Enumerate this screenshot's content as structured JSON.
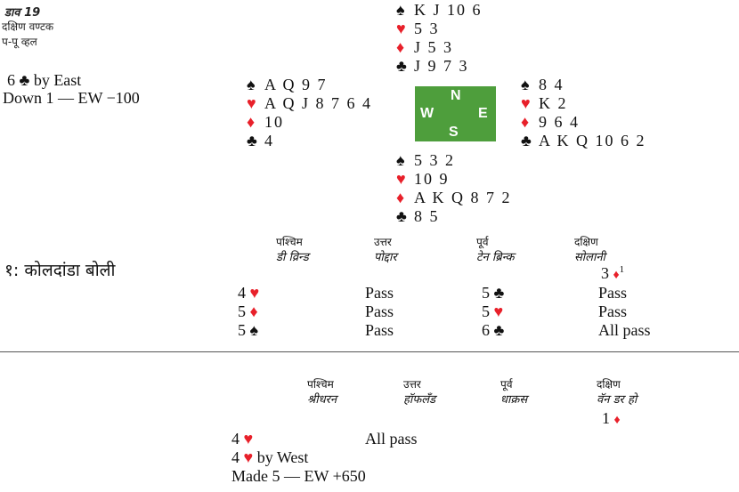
{
  "title": {
    "deal": "डाव 19",
    "dealer": "दक्षिण वण्टक",
    "vul": "प-पू व्हल"
  },
  "contract1": {
    "line1": "6 ♣ by East",
    "line2": "Down 1 — EW −100"
  },
  "hands": {
    "north": [
      {
        "suit": "♠",
        "cards": "K J 10 6"
      },
      {
        "suit": "♥",
        "cards": "5 3"
      },
      {
        "suit": "♦",
        "cards": "J 5 3"
      },
      {
        "suit": "♣",
        "cards": "J 9 7 3"
      }
    ],
    "west": [
      {
        "suit": "♠",
        "cards": "A Q 9 7"
      },
      {
        "suit": "♥",
        "cards": "A Q J 8 7 6 4"
      },
      {
        "suit": "♦",
        "cards": "10"
      },
      {
        "suit": "♣",
        "cards": "4"
      }
    ],
    "east": [
      {
        "suit": "♠",
        "cards": "8 4"
      },
      {
        "suit": "♥",
        "cards": "K 2"
      },
      {
        "suit": "♦",
        "cards": "9 6 4"
      },
      {
        "suit": "♣",
        "cards": "A K Q 10 6 2"
      }
    ],
    "south": [
      {
        "suit": "♠",
        "cards": "5 3 2"
      },
      {
        "suit": "♥",
        "cards": "10 9"
      },
      {
        "suit": "♦",
        "cards": "A K Q 8 7 2"
      },
      {
        "suit": "♣",
        "cards": "8 5"
      }
    ]
  },
  "compass": {
    "n": "N",
    "w": "W",
    "e": "E",
    "s": "S"
  },
  "colors": {
    "red": "#e8202a",
    "green": "#4e9e3c"
  },
  "auction1": {
    "label": "१: कोलदांडा बोली",
    "headers": [
      {
        "dir": "पश्चिम",
        "name": "डी व्रिन्ड"
      },
      {
        "dir": "उत्तर",
        "name": "पोद्दार"
      },
      {
        "dir": "पूर्व",
        "name": "टेन ब्रिन्क"
      },
      {
        "dir": "दक्षिण",
        "name": "सोलानी"
      }
    ],
    "opening": {
      "level": "3",
      "suit": "♦",
      "note": "1"
    },
    "rows": [
      [
        "4",
        "♥",
        "Pass",
        "5",
        "♣",
        "Pass"
      ],
      [
        "5",
        "♦",
        "Pass",
        "5",
        "♥",
        "Pass"
      ],
      [
        "5",
        "♠",
        "Pass",
        "6",
        "♣",
        "All pass"
      ]
    ]
  },
  "auction2": {
    "headers": [
      {
        "dir": "पश्चिम",
        "name": "श्रीधरन"
      },
      {
        "dir": "उत्तर",
        "name": "हॉफलँड"
      },
      {
        "dir": "पूर्व",
        "name": "धाक्रस"
      },
      {
        "dir": "दक्षिण",
        "name": "वॅन डर हो"
      }
    ],
    "opening": {
      "level": "1",
      "suit": "♦"
    },
    "row": {
      "level": "4",
      "suit": "♥",
      "north": "All pass"
    },
    "contract": {
      "level": "4",
      "suit": "♥",
      "by": "by West"
    },
    "result": "Made 5 — EW +650"
  }
}
